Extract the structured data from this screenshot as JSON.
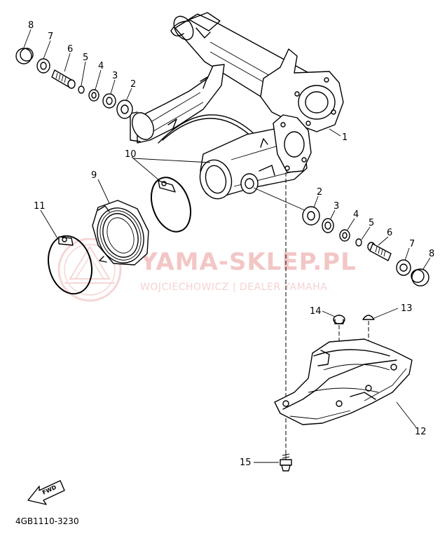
{
  "diagram": {
    "code": "4GB1110-3230",
    "fwd_label": "FWD",
    "watermark": {
      "main": "YAMA-SKLEP.PL",
      "sub": "WOJCIECHOWICZ | DEALER YAMAHA"
    },
    "callouts": [
      {
        "id": "1",
        "label": "1"
      },
      {
        "id": "2a",
        "label": "2"
      },
      {
        "id": "3a",
        "label": "3"
      },
      {
        "id": "4a",
        "label": "4"
      },
      {
        "id": "5a",
        "label": "5"
      },
      {
        "id": "6a",
        "label": "6"
      },
      {
        "id": "7a",
        "label": "7"
      },
      {
        "id": "8a",
        "label": "8"
      },
      {
        "id": "2b",
        "label": "2"
      },
      {
        "id": "3b",
        "label": "3"
      },
      {
        "id": "4b",
        "label": "4"
      },
      {
        "id": "5b",
        "label": "5"
      },
      {
        "id": "6b",
        "label": "6"
      },
      {
        "id": "7b",
        "label": "7"
      },
      {
        "id": "8b",
        "label": "8"
      },
      {
        "id": "9",
        "label": "9"
      },
      {
        "id": "10",
        "label": "10"
      },
      {
        "id": "11",
        "label": "11"
      },
      {
        "id": "12",
        "label": "12"
      },
      {
        "id": "13",
        "label": "13"
      },
      {
        "id": "14",
        "label": "14"
      },
      {
        "id": "15",
        "label": "15"
      }
    ]
  }
}
